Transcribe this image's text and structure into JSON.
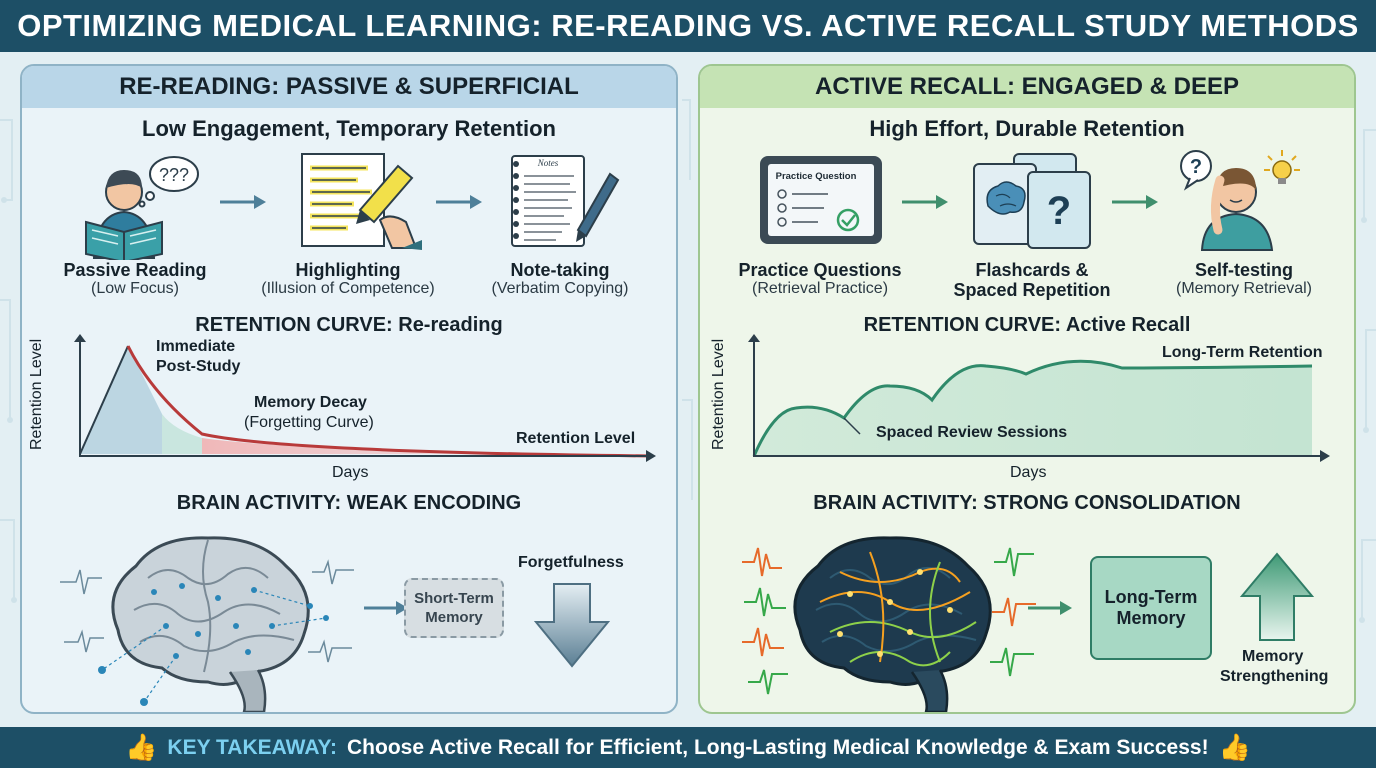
{
  "title": "OPTIMIZING MEDICAL LEARNING: RE-READING VS. ACTIVE RECALL STUDY METHODS",
  "left": {
    "heading": "RE-READING: PASSIVE & SUPERFICIAL",
    "subheading": "Low Engagement, Temporary Retention",
    "steps": [
      {
        "title": "Passive Reading",
        "sub": "(Low Focus)",
        "icon": "reading-person-icon"
      },
      {
        "title": "Highlighting",
        "sub": "(Illusion of Competence)",
        "icon": "highlighter-icon"
      },
      {
        "title": "Note-taking",
        "sub": "(Verbatim Copying)",
        "icon": "notepad-icon"
      }
    ],
    "thought_bubble": "???",
    "notepad_header": "Notes",
    "curve": {
      "title": "RETENTION CURVE: Re-reading",
      "ylabel": "Retention Level",
      "xlabel": "Days",
      "peak_label_1": "Immediate",
      "peak_label_2": "Post-Study",
      "decay_label_1": "Memory Decay",
      "decay_label_2": "(Forgetting Curve)",
      "end_label": "Retention Level"
    },
    "brain": {
      "title": "BRAIN ACTIVITY: WEAK ENCODING",
      "memory_label_1": "Short-Term",
      "memory_label_2": "Memory",
      "arrow_label": "Forgetfulness"
    }
  },
  "right": {
    "heading": "ACTIVE RECALL: ENGAGED & DEEP",
    "subheading": "High Effort, Durable Retention",
    "steps": [
      {
        "title": "Practice Questions",
        "sub": "(Retrieval Practice)",
        "icon": "tablet-quiz-icon"
      },
      {
        "title": "Flashcards &",
        "title2": "Spaced Repetition",
        "icon": "flashcards-icon"
      },
      {
        "title": "Self-testing",
        "sub": "(Memory Retrieval)",
        "icon": "thinking-person-icon"
      }
    ],
    "tablet_label": "Practice Question",
    "flashcard_mark": "?",
    "thought_mark": "?",
    "curve": {
      "title": "RETENTION CURVE: Active Recall",
      "ylabel": "Retention Level",
      "xlabel": "Days",
      "end_label": "Long-Term Retention",
      "review_label": "Spaced Review Sessions"
    },
    "brain": {
      "title": "BRAIN ACTIVITY: STRONG CONSOLIDATION",
      "memory_label_1": "Long-Term",
      "memory_label_2": "Memory",
      "arrow_label_1": "Memory",
      "arrow_label_2": "Strengthening"
    }
  },
  "footer": {
    "key": "KEY TAKEAWAY:",
    "message": "Choose Active Recall for Efficient, Long-Lasting Medical Knowledge & Exam Success!",
    "icon": "thumbs-up-icon"
  },
  "colors": {
    "header": "#1d4f66",
    "decay_red": "#b83a3a",
    "recall_green": "#2f8a6a",
    "left_panel": "#eaf3f8",
    "right_panel": "#eef6ea"
  }
}
